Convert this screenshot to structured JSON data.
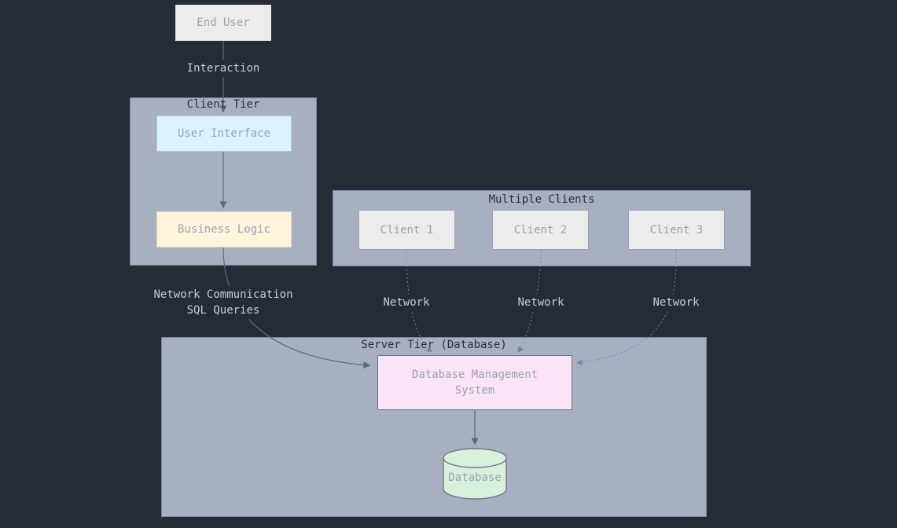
{
  "diagram": {
    "nodes": {
      "end_user": {
        "label": "End User"
      },
      "user_interface": {
        "label": "User Interface"
      },
      "business_logic": {
        "label": "Business Logic"
      },
      "client1": {
        "label": "Client 1"
      },
      "client2": {
        "label": "Client 2"
      },
      "client3": {
        "label": "Client 3"
      },
      "dbms": {
        "label": "Database Management System"
      },
      "database": {
        "label": "Database"
      }
    },
    "clusters": {
      "client_tier": {
        "title": "Client Tier"
      },
      "multiple_clients": {
        "title": "Multiple Clients"
      },
      "server_tier": {
        "title": "Server Tier (Database)"
      }
    },
    "edges": {
      "enduser_to_ui": {
        "label": "Interaction",
        "style": "solid"
      },
      "ui_to_business": {
        "style": "solid"
      },
      "business_to_dbms": {
        "label_line1": "Network Communication",
        "label_line2": "SQL Queries",
        "style": "solid"
      },
      "client1_to_dbms": {
        "label": "Network",
        "style": "dotted"
      },
      "client2_to_dbms": {
        "label": "Network",
        "style": "dotted"
      },
      "client3_to_dbms": {
        "label": "Network",
        "style": "dotted"
      },
      "dbms_to_database": {
        "style": "solid"
      }
    },
    "colors": {
      "background": "#262b35",
      "cluster_fill": "#a8afc1",
      "cluster_border": "#7e869b",
      "cluster_title_text": "#2a2f3b",
      "node_text": "#9aa1b3",
      "edge_label_text": "#c7ccd8",
      "solid_edge": "#5e6780",
      "dotted_edge": "#7a849c",
      "end_user_fill": "#ececec",
      "client_fill": "#ececec",
      "user_interface_fill": "#dcf2fe",
      "business_logic_fill": "#fff4dc",
      "dbms_fill": "#fae4f6",
      "database_fill": "#d7f1dc"
    }
  }
}
